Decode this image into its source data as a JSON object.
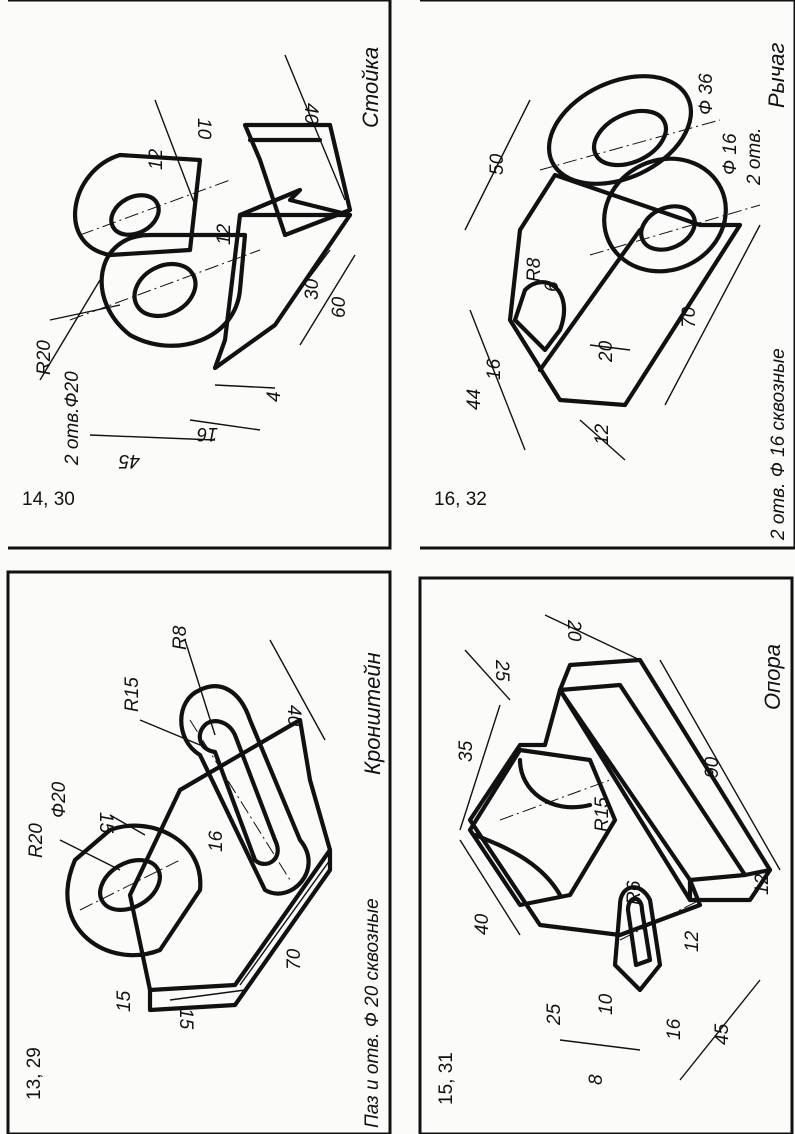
{
  "panels": [
    {
      "variant": "14, 30",
      "title": "Стойка",
      "note": "",
      "dims": [
        "R20",
        "2 отв.Ф20",
        "45",
        "16",
        "4",
        "30",
        "60",
        "12",
        "12",
        "10",
        "40"
      ]
    },
    {
      "variant": "16, 32",
      "title": "Рычаг",
      "note": "2 отв. Ф 16 сквозные",
      "dims": [
        "50",
        "Ф 36",
        "Ф 16",
        "2 отв.",
        "R8",
        "6",
        "16",
        "44",
        "20",
        "70",
        "12"
      ]
    },
    {
      "variant": "13, 29",
      "title": "Кронштейн",
      "note": "Паз и отв. Ф 20 сквозные",
      "dims": [
        "R20",
        "Ф20",
        "15",
        "R15",
        "R8",
        "40",
        "16",
        "70",
        "15",
        "15"
      ]
    },
    {
      "variant": "15, 31",
      "title": "Опора",
      "note": "",
      "dims": [
        "20",
        "25",
        "35",
        "R15",
        "90",
        "40",
        "R6",
        "12",
        "12",
        "25",
        "10",
        "16",
        "8",
        "45"
      ]
    }
  ]
}
